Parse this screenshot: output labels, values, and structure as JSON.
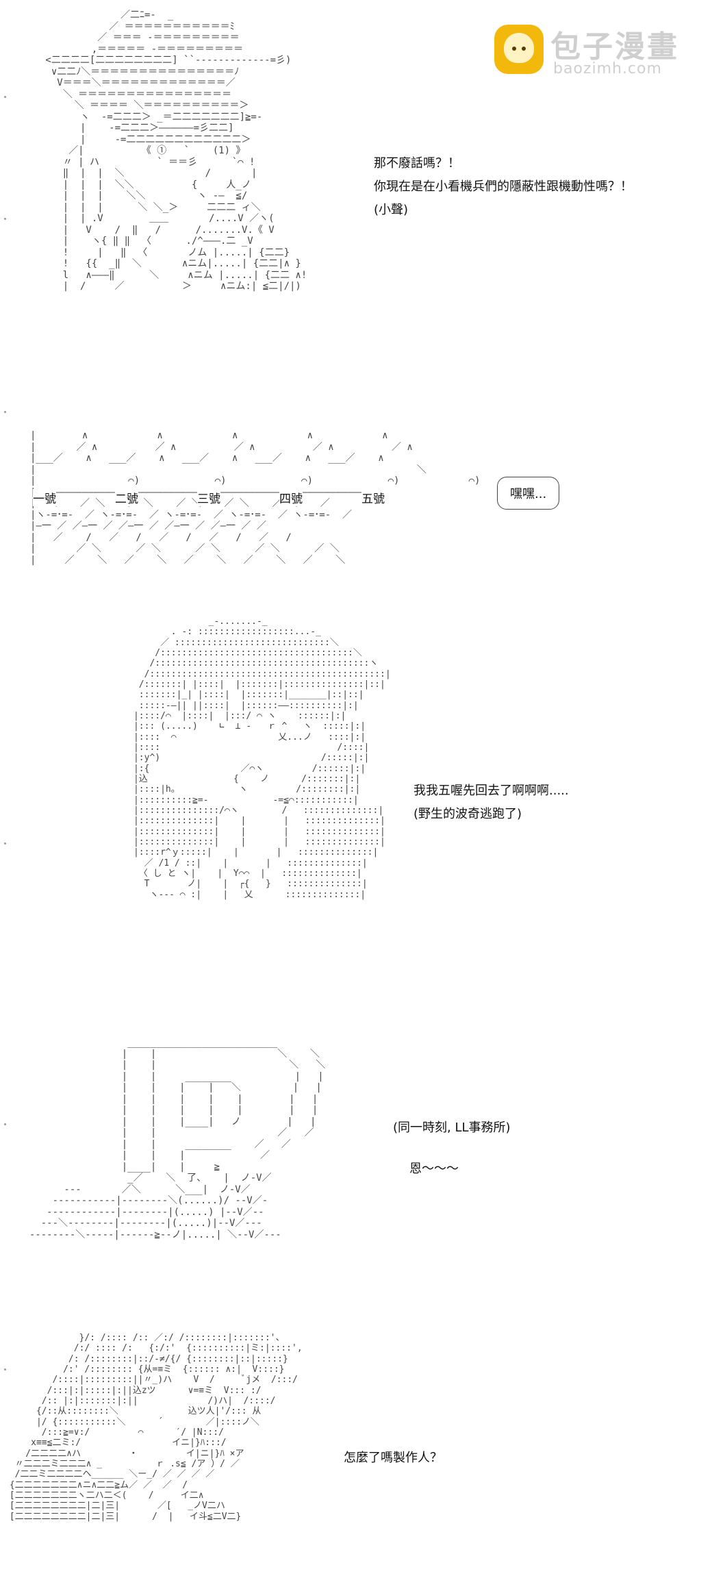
{
  "watermark": {
    "title": "包子漫畫",
    "url": "baozimh.com",
    "icon": "bun-logo-icon",
    "accent_color": "#f3b80c"
  },
  "panel1": {
    "lines": [
      "那不廢話嗎？！",
      "你現在是在小看機兵們的隱蔽性跟機動性嗎？！",
      "(小聲)"
    ]
  },
  "panel2": {
    "labels": [
      "一號",
      "二號",
      "三號",
      "四號",
      "五號"
    ],
    "bubble": "嘿嘿..."
  },
  "panel3": {
    "lines": [
      "我我五喔先回去了啊啊啊.....",
      "(野生的波奇逃跑了)"
    ]
  },
  "panel4": {
    "lines": [
      "(同一時刻, LL事務所)",
      "恩～～～"
    ]
  },
  "panel5": {
    "lines": [
      "怎麼了嗎製作人？"
    ]
  }
}
